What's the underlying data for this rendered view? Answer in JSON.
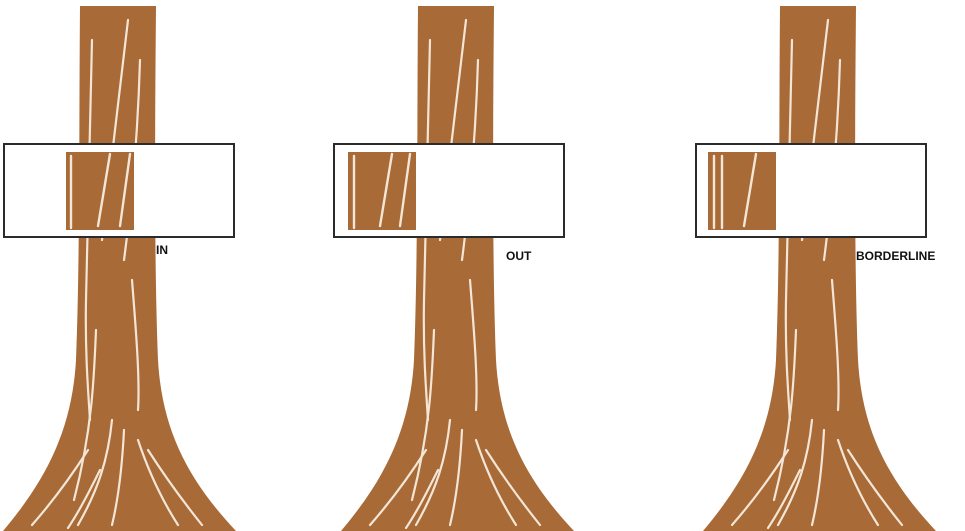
{
  "panels": [
    {
      "id": "in",
      "label": "IN"
    },
    {
      "id": "out",
      "label": "OUT"
    },
    {
      "id": "borderline",
      "label": "BORDERLINE"
    }
  ],
  "colors": {
    "trunk": "#a86a36",
    "grain": "#f3e6d6",
    "frame": "#2b2b2b",
    "background": "#ffffff"
  }
}
